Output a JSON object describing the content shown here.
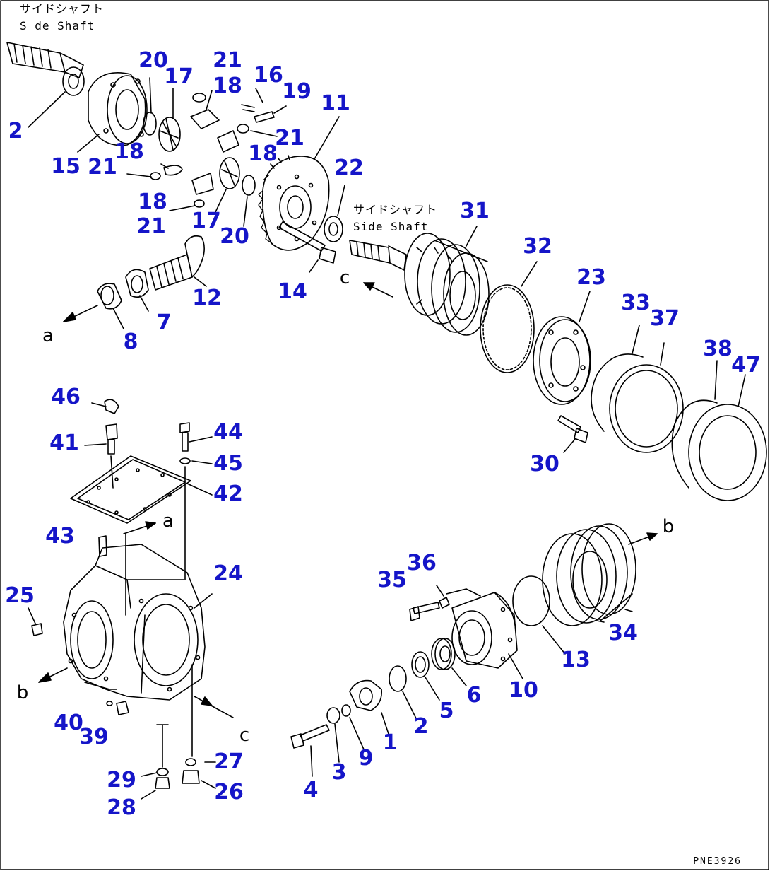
{
  "captions": {
    "top_ja": "サイドシャフト",
    "top_en": "S de Shaft",
    "mid_ja": "サイドシャフト",
    "mid_en": "Side Shaft"
  },
  "drawing_code": "PNE3926",
  "arrow_letters": [
    "a",
    "a",
    "b",
    "b",
    "c",
    "c"
  ],
  "part_numbers": [
    "2",
    "15",
    "20",
    "17",
    "21",
    "18",
    "16",
    "19",
    "21",
    "18",
    "11",
    "18",
    "21",
    "18",
    "21",
    "17",
    "20",
    "22",
    "31",
    "12",
    "7",
    "8",
    "14",
    "32",
    "23",
    "33",
    "37",
    "38",
    "47",
    "30",
    "46",
    "41",
    "44",
    "45",
    "42",
    "43",
    "24",
    "25",
    "36",
    "35",
    "10",
    "13",
    "34",
    "6",
    "5",
    "2",
    "1",
    "9",
    "3",
    "4",
    "40",
    "39",
    "29",
    "28",
    "27",
    "26"
  ],
  "colors": {
    "label": "#1515c8",
    "line": "#000000",
    "background": "#ffffff"
  }
}
